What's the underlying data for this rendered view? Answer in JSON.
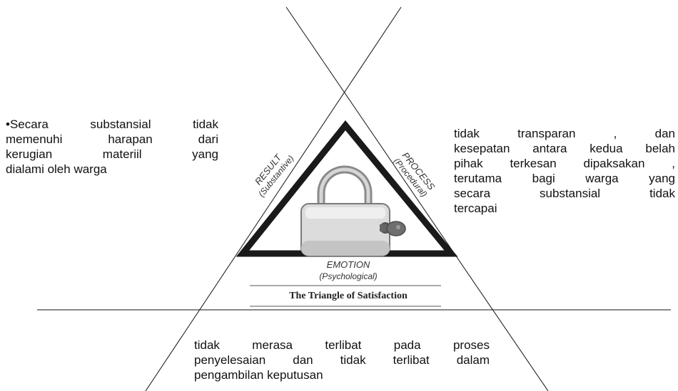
{
  "left_text": {
    "lines": [
      "•Secara substansial tidak",
      "memenuhi harapan dari",
      "kerugian materiil yang",
      "dialami oleh warga"
    ]
  },
  "right_text": {
    "lines": [
      "tidak transparan , dan",
      "kesepatan antara kedua belah",
      "pihak terkesan dipaksakan ,",
      "terutama bagi warga yang",
      "secara substansial tidak",
      "tercapai"
    ]
  },
  "bottom_text": {
    "lines": [
      "tidak merasa terlibat pada proses",
      "penyelesaian dan tidak terlibat dalam",
      "pengambilan keputusan"
    ]
  },
  "figure": {
    "result_label": "RESULT",
    "result_sub": "(Substantive)",
    "process_label": "PROCESS",
    "process_sub": "(Procedural)",
    "emotion_label": "EMOTION",
    "emotion_sub": "(Psychological)",
    "caption": "The Triangle of Satisfaction",
    "padlock_icon": "padlock-with-key-icon"
  }
}
